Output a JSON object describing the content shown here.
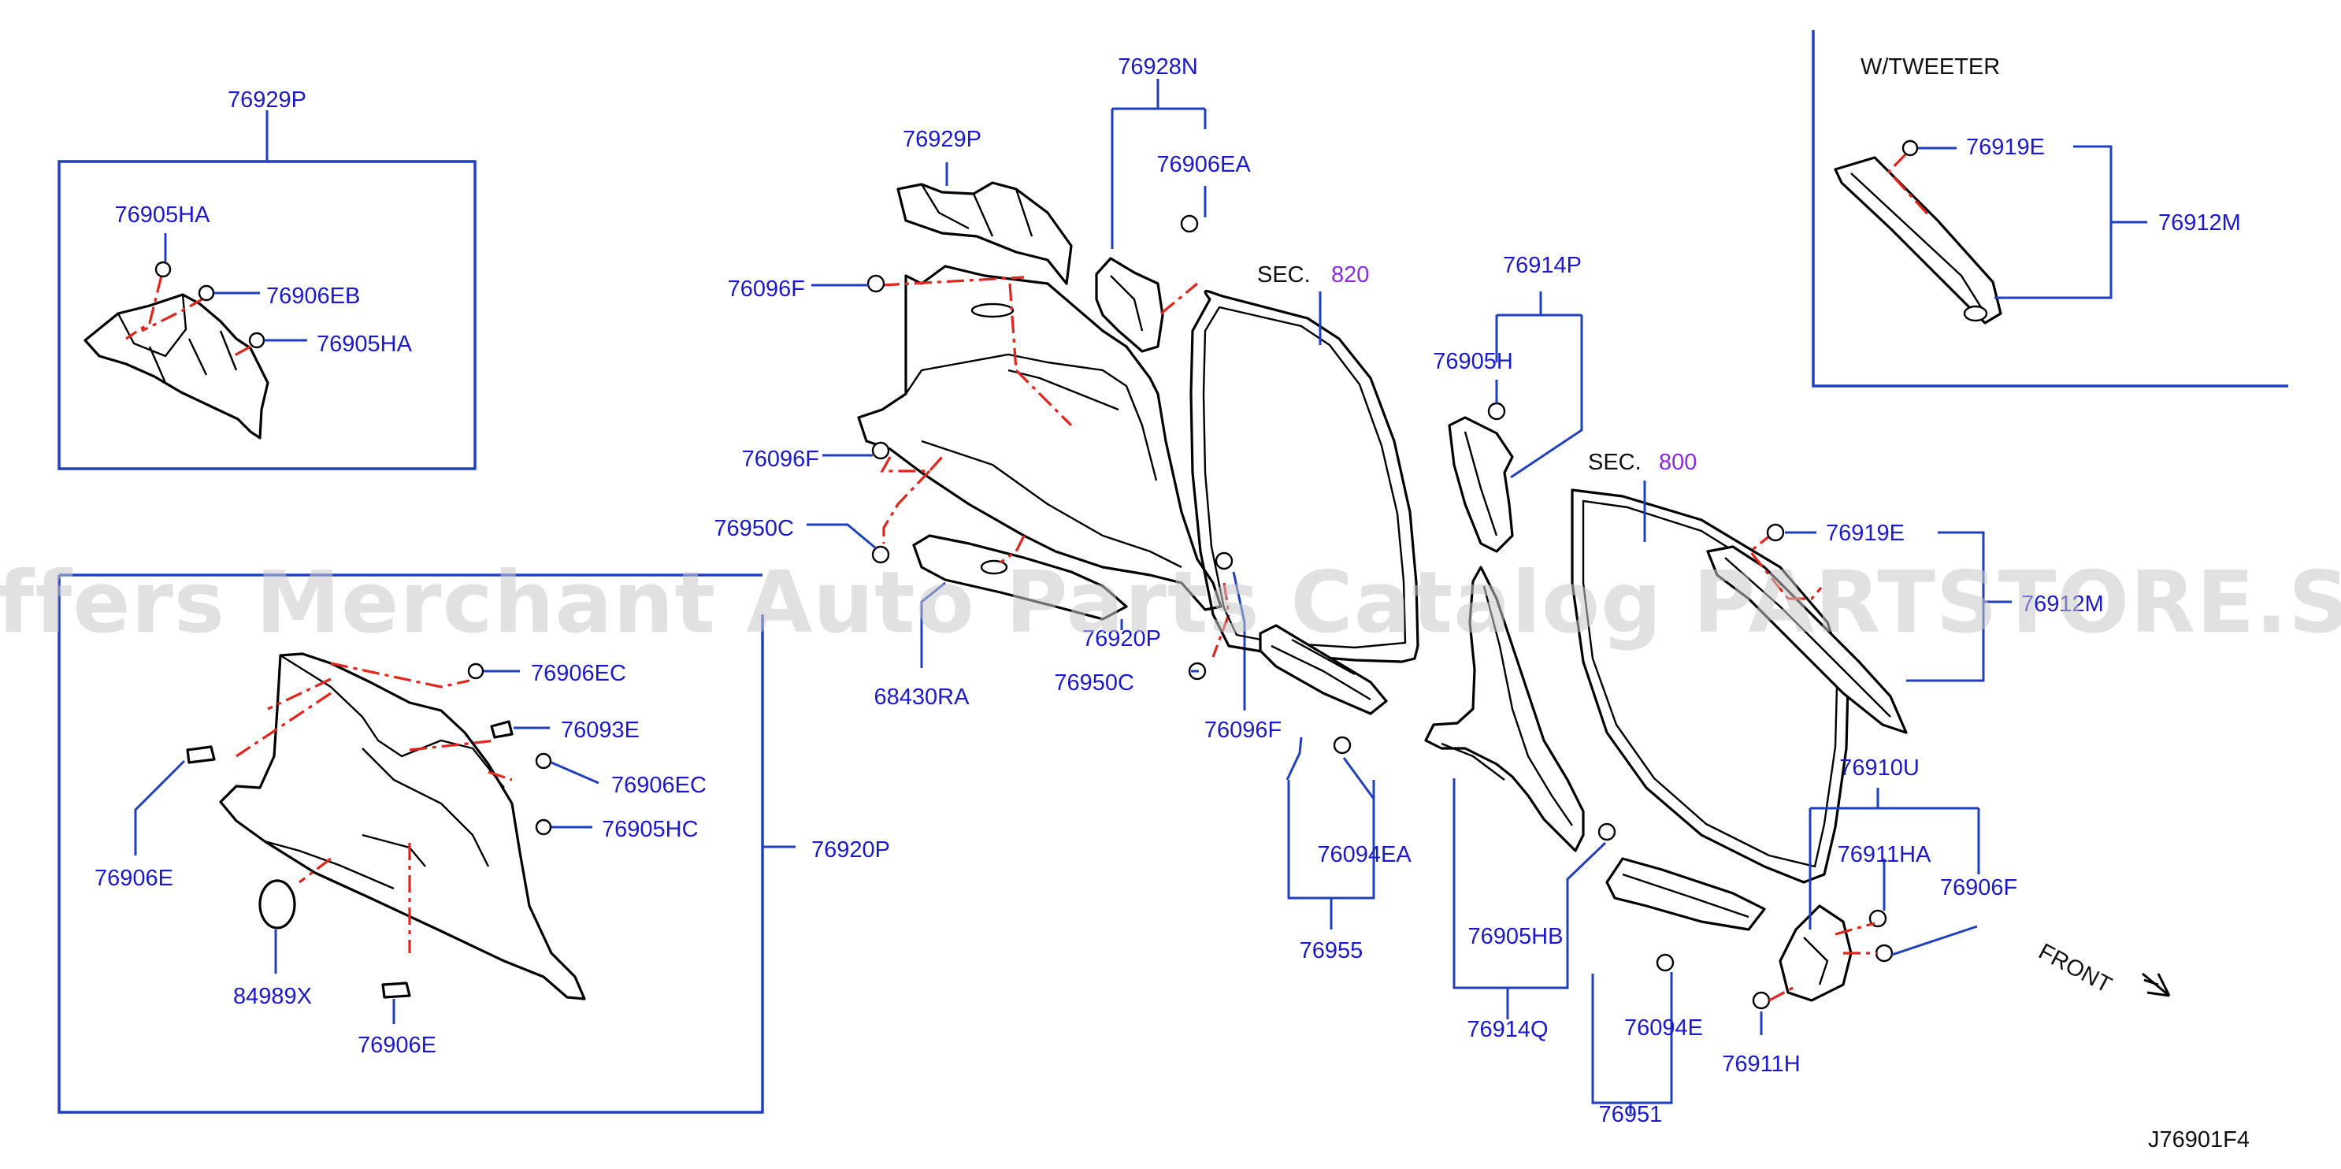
{
  "diagram_code": "J76901F4",
  "watermark": "Offers Merchant Auto Parts Catalog PARTSTORE.SA",
  "variant_label": "W/TWEETER",
  "front_label": "FRONT",
  "sections": [
    {
      "prefix": "SEC.",
      "number": "820"
    },
    {
      "prefix": "SEC.",
      "number": "800"
    }
  ],
  "part_labels": {
    "p76929P_a": "76929P",
    "p76905HA_a": "76905HA",
    "p76906EB": "76906EB",
    "p76905HA_b": "76905HA",
    "p76929P_b": "76929P",
    "p76928N": "76928N",
    "p76906EA": "76906EA",
    "p76096F_a": "76096F",
    "p76096F_b": "76096F",
    "p76950C_a": "76950C",
    "p68430RA": "68430RA",
    "p76920P_a": "76920P",
    "p76950C_b": "76950C",
    "p76096F_c": "76096F",
    "p76914P": "76914P",
    "p76905H": "76905H",
    "p76919E_a": "76919E",
    "p76912M_a": "76912M",
    "p76919E_b": "76919E",
    "p76912M_b": "76912M",
    "p76910U": "76910U",
    "p76911HA": "76911HA",
    "p76906F": "76906F",
    "p76911H": "76911H",
    "p76094EA": "76094EA",
    "p76955": "76955",
    "p76905HB": "76905HB",
    "p76914Q": "76914Q",
    "p76094E": "76094E",
    "p76951": "76951",
    "p76906EC_a": "76906EC",
    "p76093E": "76093E",
    "p76906EC_b": "76906EC",
    "p76905HC": "76905HC",
    "p76920P_b": "76920P",
    "p76906E_a": "76906E",
    "p84989X": "84989X",
    "p76906E_b": "76906E"
  },
  "colors": {
    "label_blue": "#1a1acc",
    "leader_blue": "#1f3fbf",
    "dash_red": "#e3241b",
    "section_purple": "#8a2be2"
  }
}
